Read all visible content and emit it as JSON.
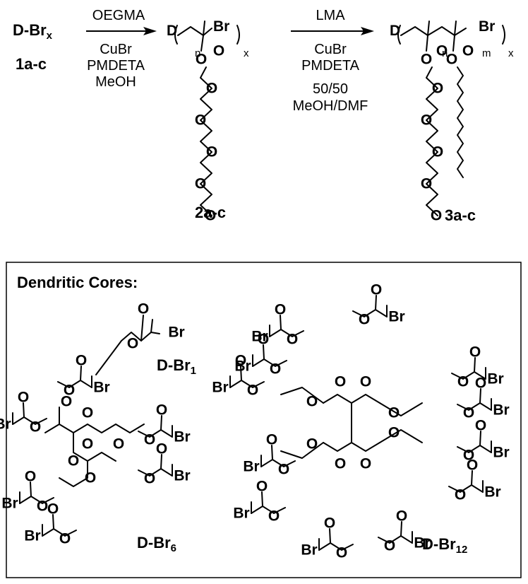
{
  "reaction": {
    "start": {
      "label": "D-Br",
      "subscript": "x",
      "id": "1a-c"
    },
    "step1": {
      "monomer": "OEGMA",
      "catalyst": "CuBr",
      "ligand": "PMDETA",
      "solvent": "MeOH"
    },
    "product1": {
      "id": "2a-c",
      "core": "D",
      "end": "Br",
      "repeat": "n",
      "arms": "x"
    },
    "step2": {
      "monomer": "LMA",
      "catalyst": "CuBr",
      "ligand": "PMDETA",
      "ratio": "50/50",
      "solvent": "MeOH/DMF"
    },
    "product2": {
      "id": "3a-c",
      "core": "D",
      "end": "Br",
      "repeat1": "n",
      "repeat2": "m",
      "arms": "x"
    }
  },
  "atoms": {
    "oxygen": "O",
    "bromine": "Br"
  },
  "cores_box": {
    "title": "Dendritic Cores:",
    "core1": {
      "label": "D-Br",
      "subscript": "1"
    },
    "core6": {
      "label": "D-Br",
      "subscript": "6"
    },
    "core12": {
      "label": "D-Br",
      "subscript": "12"
    }
  }
}
